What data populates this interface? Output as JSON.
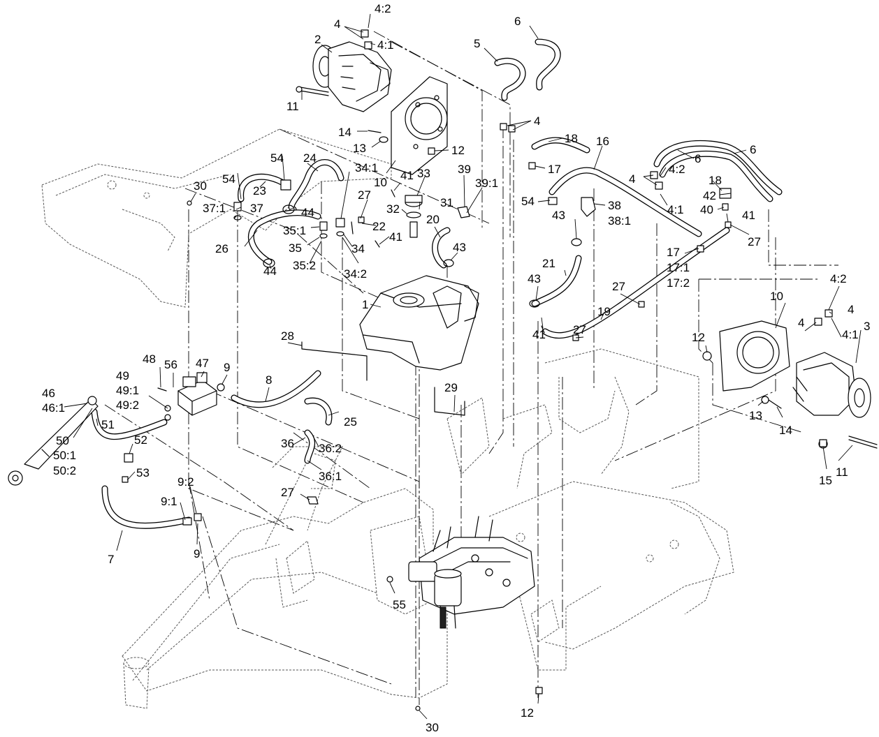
{
  "callouts": [
    "4:2",
    "4",
    "4:1",
    "2",
    "11",
    "5",
    "6",
    "4",
    "14",
    "13",
    "12",
    "10",
    "18",
    "17",
    "16",
    "6",
    "6",
    "4",
    "4:2",
    "4:1",
    "18",
    "42",
    "40",
    "41",
    "27",
    "54",
    "30",
    "54",
    "23",
    "37:1",
    "37",
    "24",
    "44",
    "35:1",
    "35",
    "35:2",
    "26",
    "44",
    "34:1",
    "41",
    "33",
    "39",
    "39:1",
    "27",
    "32",
    "31",
    "22",
    "34",
    "34:2",
    "20",
    "41",
    "43",
    "54",
    "38",
    "38:1",
    "43",
    "21",
    "43",
    "17",
    "17:1",
    "17:2",
    "4:2",
    "4",
    "4",
    "4:1",
    "3",
    "10",
    "12",
    "13",
    "14",
    "11",
    "15",
    "1",
    "28",
    "27",
    "19",
    "27",
    "41",
    "48",
    "56",
    "47",
    "49",
    "49:1",
    "49:2",
    "9",
    "8",
    "46",
    "46:1",
    "51",
    "52",
    "50",
    "50:1",
    "50:2",
    "53",
    "29",
    "25",
    "36",
    "36:2",
    "36:1",
    "27",
    "9:2",
    "9:1",
    "9",
    "7",
    "55",
    "12",
    "30"
  ]
}
